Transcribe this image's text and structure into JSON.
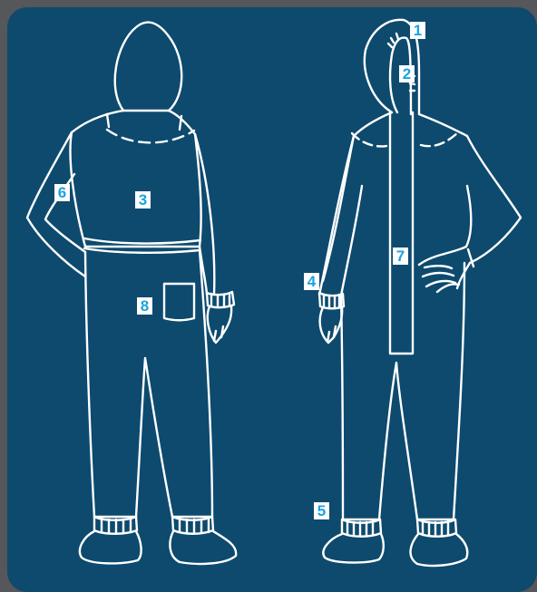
{
  "colors": {
    "background": "#0d4a6e",
    "frame": "#55575a",
    "line_art": "#ffffff",
    "callout_text": "#1aa3e0",
    "callout_fill": "#ffffff"
  },
  "callouts": [
    {
      "label": "1",
      "part": "hood"
    },
    {
      "label": "2",
      "part": "hood-elastic"
    },
    {
      "label": "3",
      "part": "back"
    },
    {
      "label": "4",
      "part": "wrist-elastic"
    },
    {
      "label": "5",
      "part": "ankle-elastic"
    },
    {
      "label": "6",
      "part": "sleeve"
    },
    {
      "label": "7",
      "part": "front-zipper"
    },
    {
      "label": "8",
      "part": "rear-pocket"
    }
  ]
}
